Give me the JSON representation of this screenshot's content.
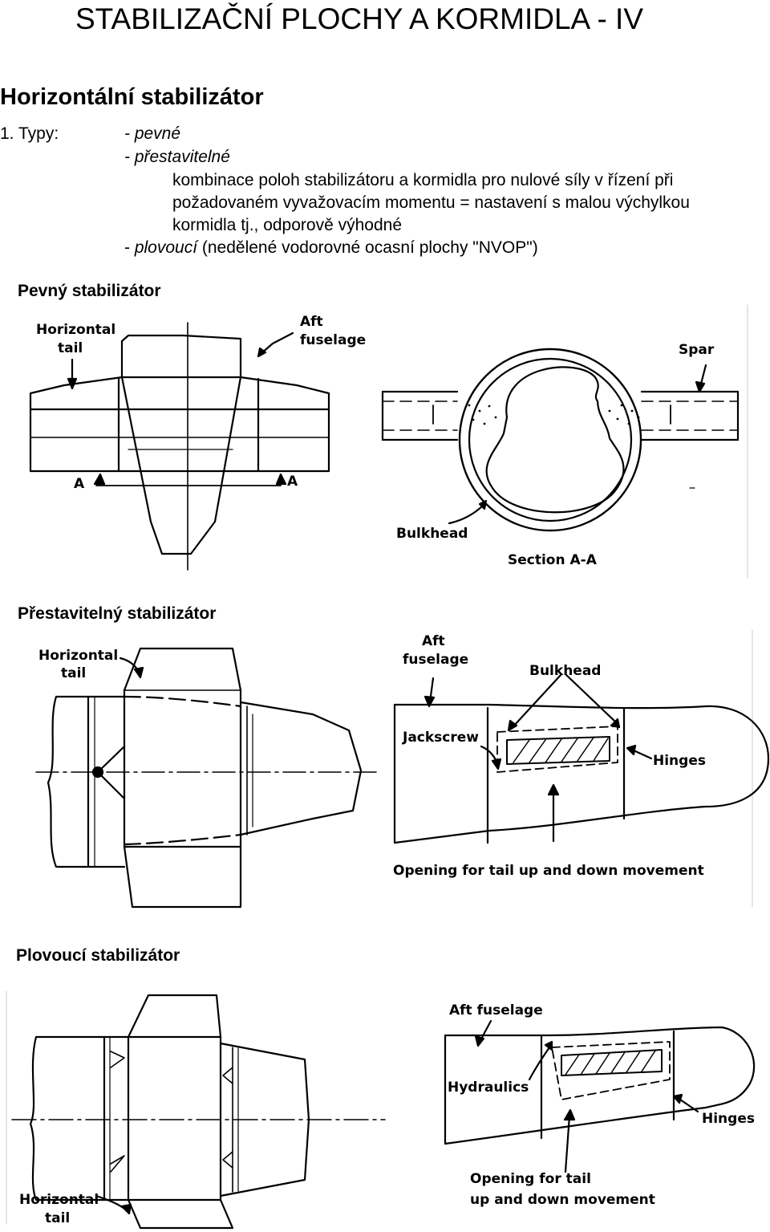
{
  "header": {
    "title": "STABILIZAČNÍ PLOCHY A KORMIDLA - IV",
    "section": "Horizontální stabilizátor"
  },
  "types": {
    "number": "1. Typy:",
    "fixed": "- pevné",
    "adjustable": "- přestavitelné",
    "desc_line1": "kombinace poloh stabilizátoru a kormidla pro nulové síly v řízení při",
    "desc_line2": "požadovaném vyvažovacím momentu = nastavení s malou výchylkou",
    "desc_line3": "kormidla tj., odporově výhodné",
    "floating_prefix": "- ",
    "floating_word": "plovoucí",
    "floating_rest": " (nedělené vodorovné ocasní plochy \"NVOP\")"
  },
  "fig1": {
    "heading": "Pevný stabilizátor",
    "horizontal_tail_line1": "Horizontal",
    "horizontal_tail_line2": "tail",
    "aft_line1": "Aft",
    "aft_line2": "fuselage",
    "spar": "Spar",
    "a_left": "A",
    "a_right": "A",
    "bulkhead": "Bulkhead",
    "section": "Section A-A"
  },
  "fig2": {
    "heading": "Přestavitelný stabilizátor",
    "horizontal_tail_line1": "Horizontal",
    "horizontal_tail_line2": "tail",
    "aft_line1": "Aft",
    "aft_line2": "fuselage",
    "bulkhead": "Bulkhead",
    "jackscrew": "Jackscrew",
    "hinges": "Hinges",
    "opening": "Opening for tail up and down movement"
  },
  "fig3": {
    "heading": "Plovoucí stabilizátor",
    "aft_fuselage": "Aft fuselage",
    "hydraulics": "Hydraulics",
    "hinges": "Hinges",
    "opening_line1": "Opening for tail",
    "opening_line2": "up and down movement",
    "horizontal_tail_line1": "Horizontal",
    "horizontal_tail_line2": "tail"
  }
}
